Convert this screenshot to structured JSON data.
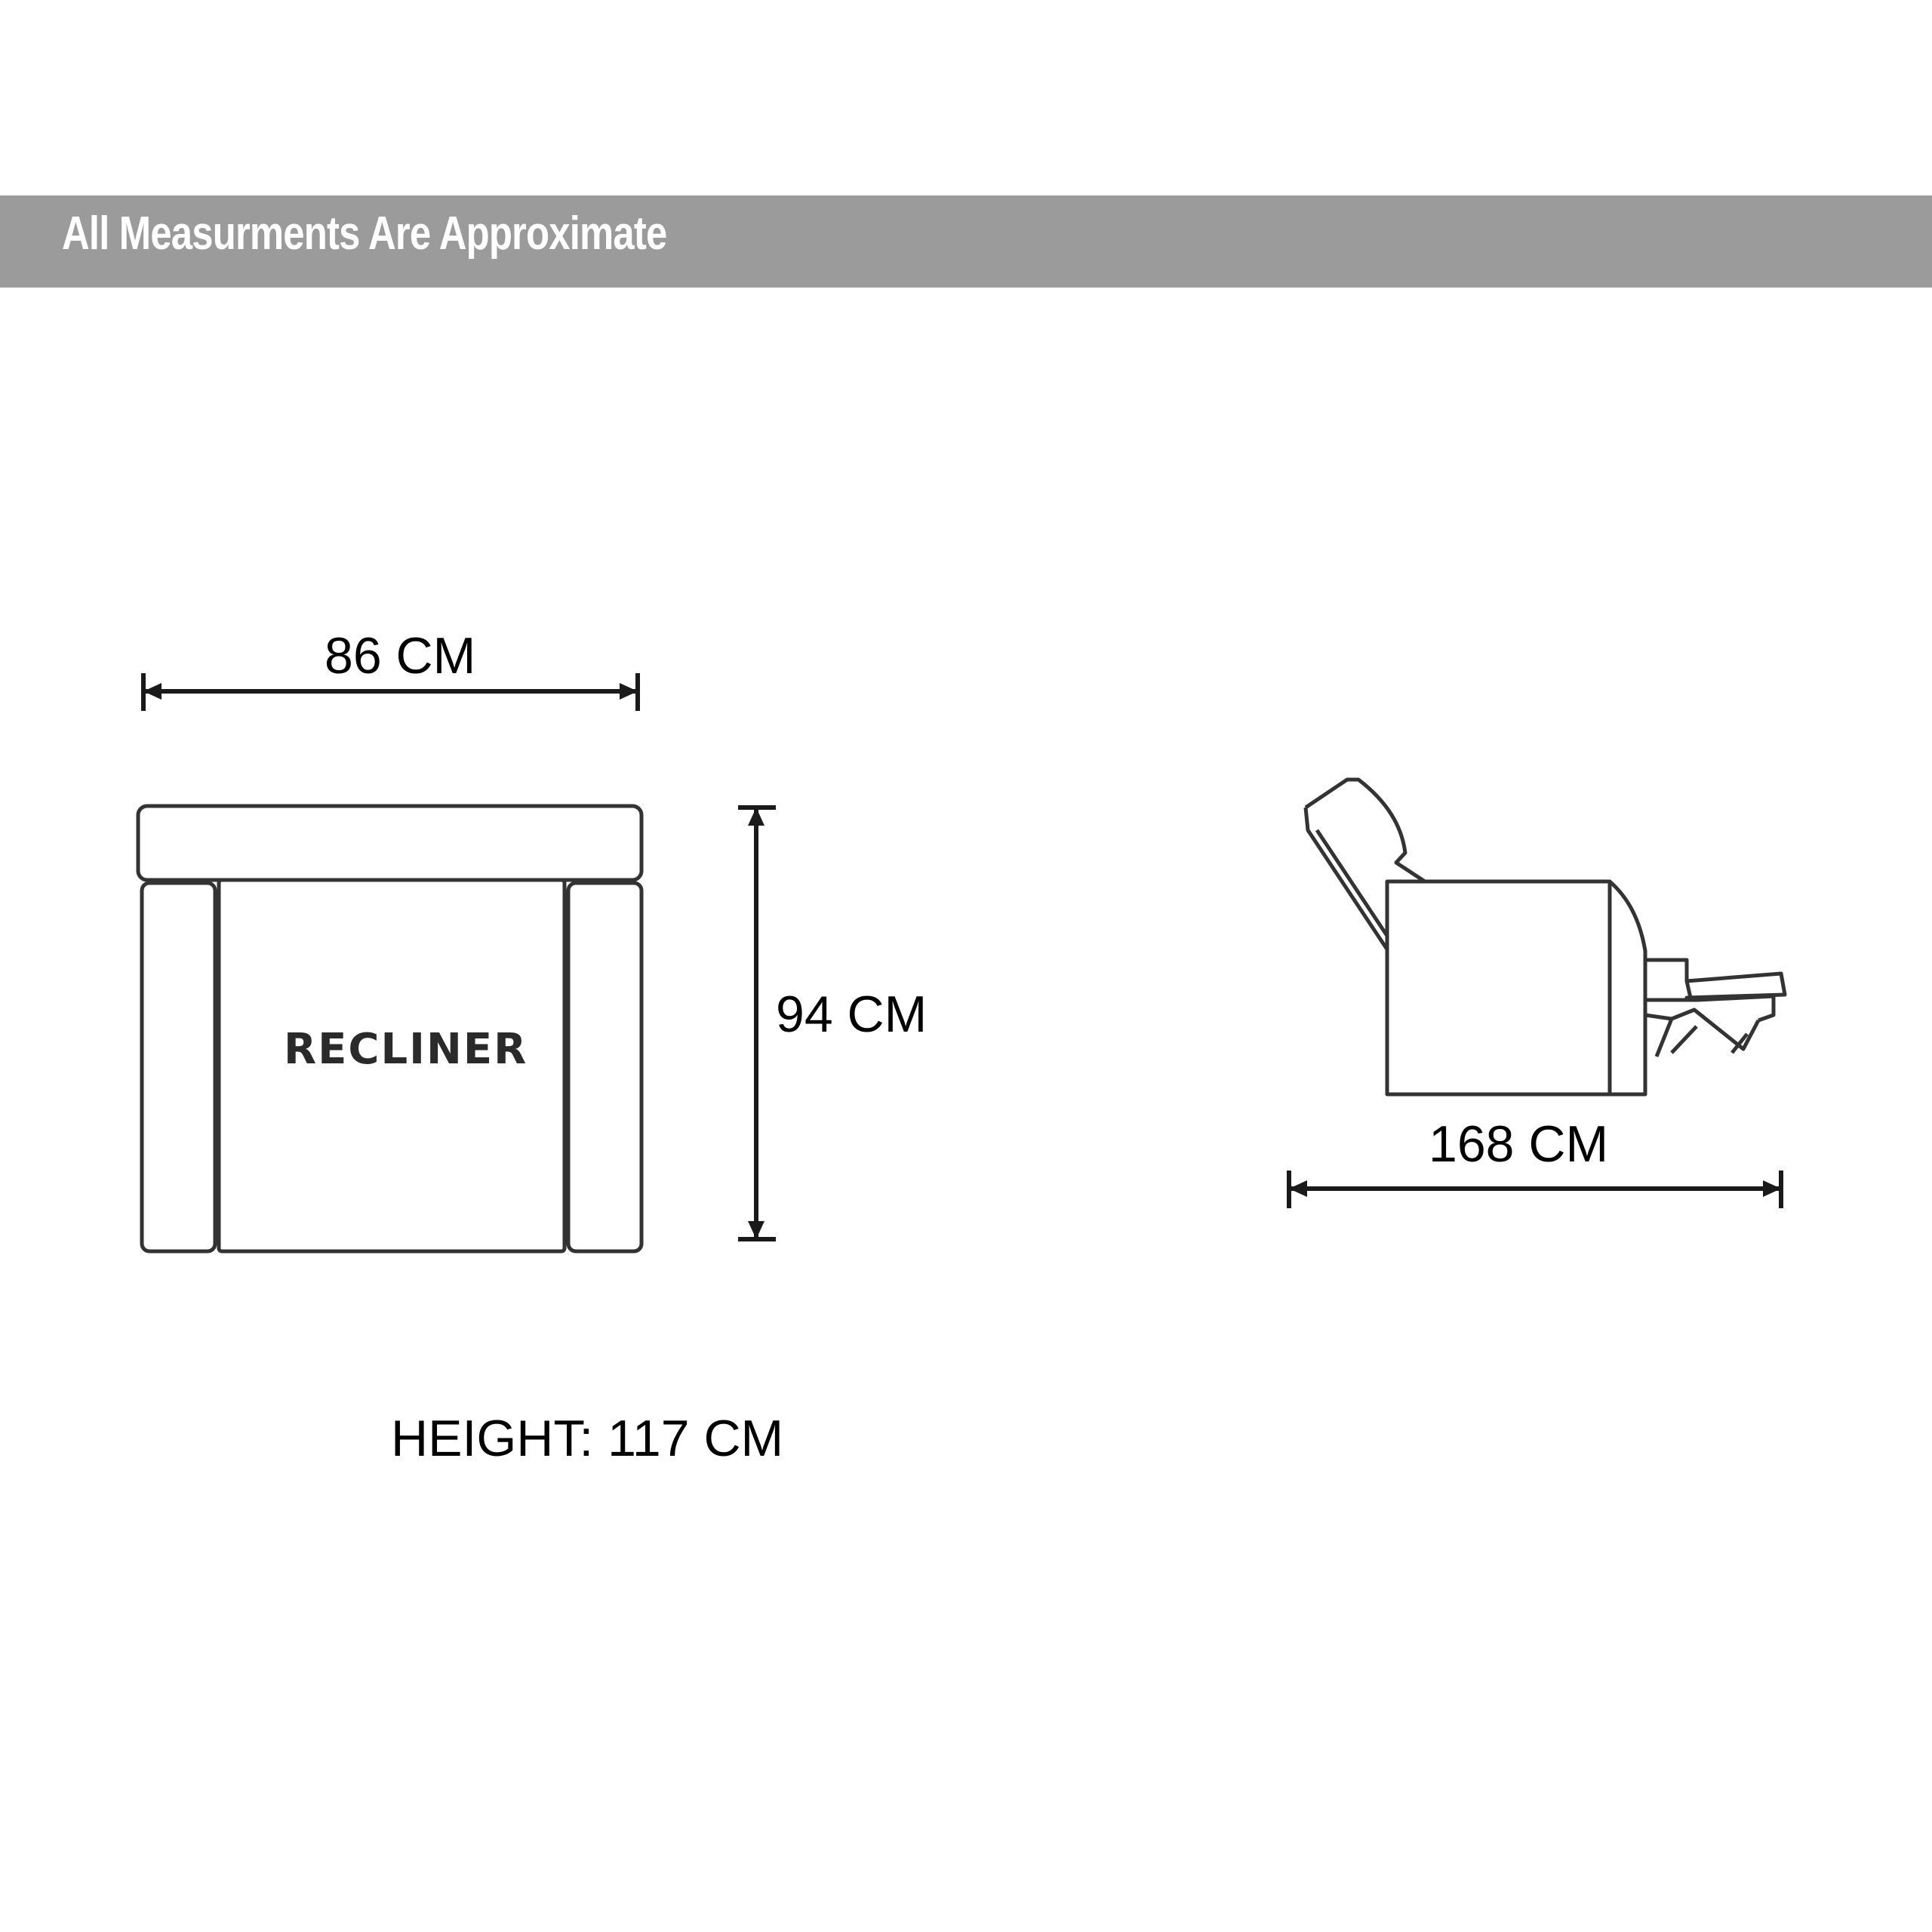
{
  "banner": {
    "text": "All Measurments Are Approximate",
    "color": "#9b9b9b"
  },
  "top_view": {
    "label": "RECLINER",
    "width_label": "86 CM",
    "depth_label": "94 CM"
  },
  "side_view": {
    "extended_length_label": "168 CM"
  },
  "height_label": "HEIGHT: 117 CM"
}
